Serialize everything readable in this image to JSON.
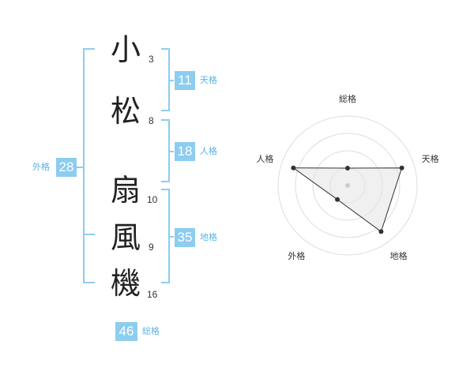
{
  "characters": [
    {
      "char": "小",
      "strokes": "3"
    },
    {
      "char": "松",
      "strokes": "8"
    },
    {
      "char": "扇",
      "strokes": "10"
    },
    {
      "char": "風",
      "strokes": "9"
    },
    {
      "char": "機",
      "strokes": "16"
    }
  ],
  "groups": {
    "tenkaku": {
      "value": "11",
      "label": "天格"
    },
    "jinkaku": {
      "value": "18",
      "label": "人格"
    },
    "chikaku": {
      "value": "35",
      "label": "地格"
    },
    "gaikaku": {
      "value": "28",
      "label": "外格"
    },
    "soukaku": {
      "value": "46",
      "label": "総格"
    }
  },
  "chart_data": {
    "type": "radar",
    "axes": [
      "総格",
      "天格",
      "地格",
      "外格",
      "人格"
    ],
    "values": [
      0.25,
      0.82,
      0.82,
      0.25,
      0.82
    ],
    "rings": 4
  },
  "colors": {
    "accent": "#8ccdf0",
    "accent_text": "#5ab3e6",
    "bracket": "#8ccdf0",
    "radar_fill": "#e6e6e6",
    "radar_line": "#333333",
    "ring": "#dddddd"
  }
}
